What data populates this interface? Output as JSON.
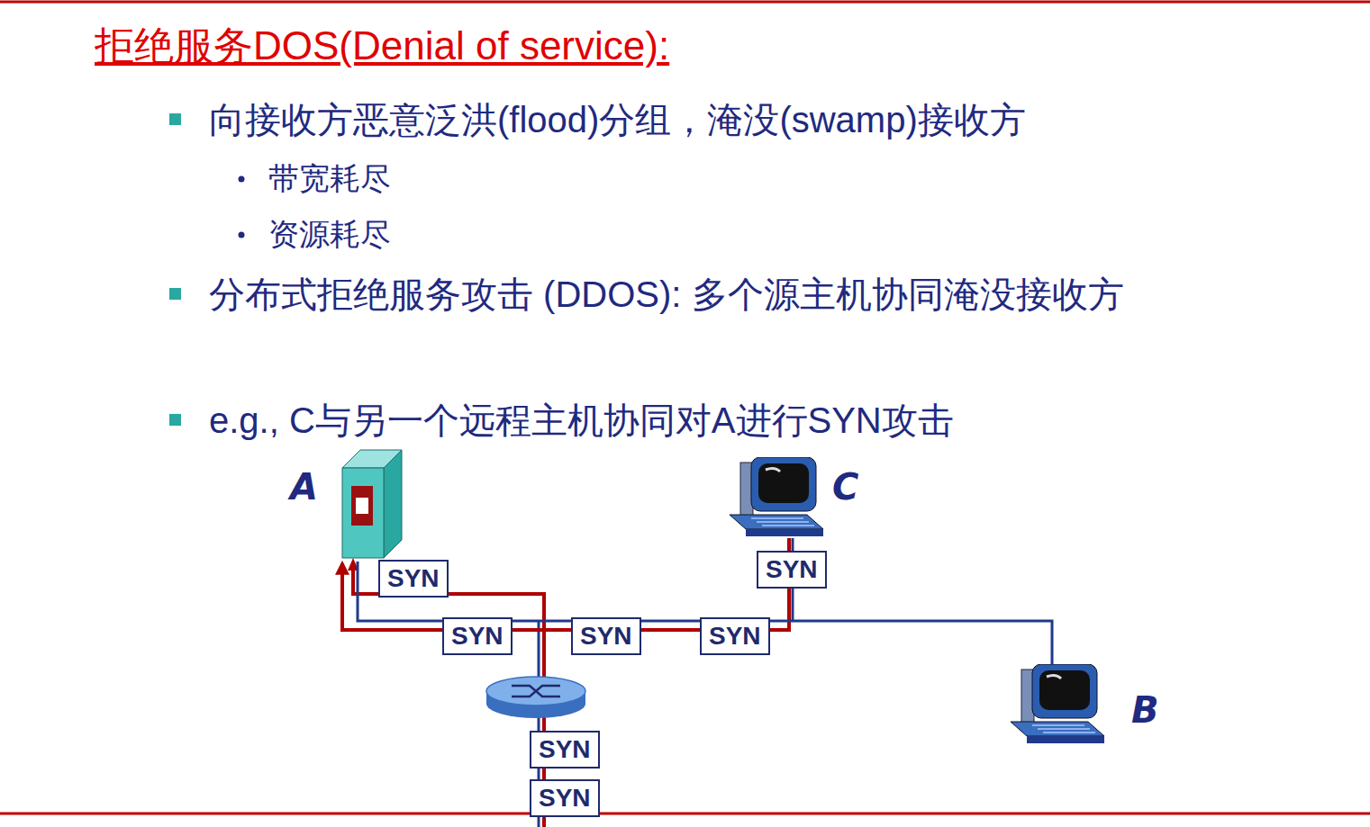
{
  "diagram": {
    "title": "拒绝服务DOS(Denial of service):",
    "nodes": [
      {
        "text": [
          "A"
        ]
      },
      {
        "text": [
          "C"
        ]
      },
      {
        "text": [
          "B"
        ]
      }
    ],
    "edges": [
      {
        "from": 1,
        "to": 0,
        "arrow": "to"
      },
      {
        "from": 0,
        "to": 2,
        "arrow": "none"
      }
    ],
    "labels": [
      "向接收方恶意泛洪(flood)分组，淹没(swamp)接收方",
      "带宽耗尽",
      "资源耗尽",
      "分布式拒绝服务攻击 (DDOS): 多个源主机协同淹没接收方",
      "e.g., C与另一个远程主机协同对A进行SYN攻击",
      "SYN",
      "SYN",
      "SYN",
      "SYN",
      "SYN",
      "SYN",
      "SYN"
    ]
  }
}
